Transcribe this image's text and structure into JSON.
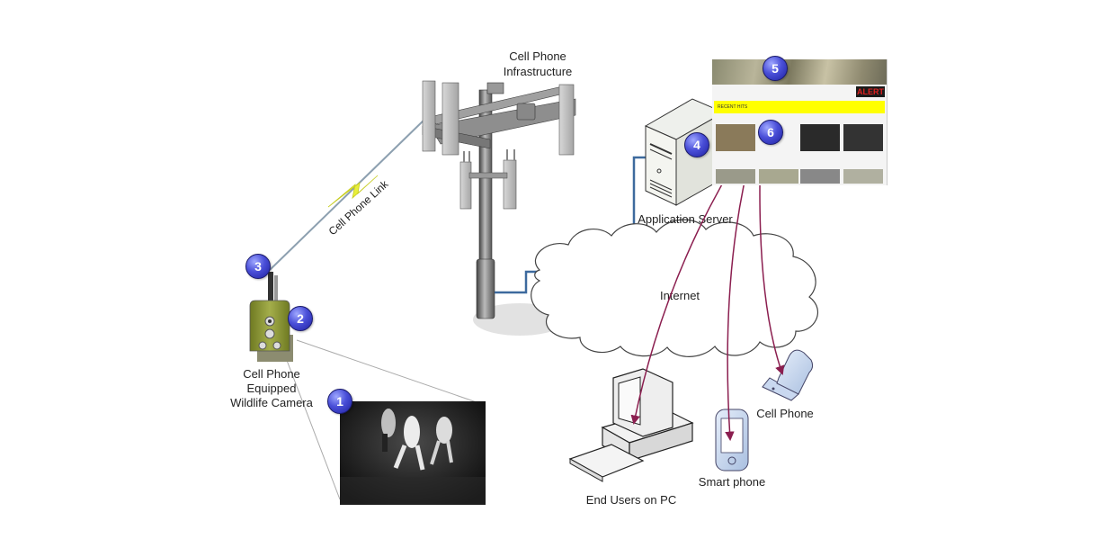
{
  "diagram": {
    "tower_label": [
      "Cell Phone",
      "Infrastructure"
    ],
    "link_label": "Cell Phone Link",
    "camera_label": [
      "Cell Phone",
      "Equipped",
      "Wildlife Camera"
    ],
    "server_label": "Application Server",
    "cloud_label": "Internet",
    "pc_label": "End Users on PC",
    "smartphone_label": "Smart phone",
    "cellphone_label": "Cell Phone",
    "badges": [
      "1",
      "2",
      "3",
      "4",
      "5",
      "6"
    ],
    "web_app": {
      "alert_label": "ALERT",
      "recent_hits_label": "RECENT HITS"
    },
    "colors": {
      "badge": "#3a3fd0",
      "network_line": "#3d6a9e",
      "delivery_arrow": "#8b1e4f",
      "link_bolt": "#e8ef3a",
      "camera_body": "#8f9a3a",
      "alert_bar": "#ffff00"
    }
  }
}
